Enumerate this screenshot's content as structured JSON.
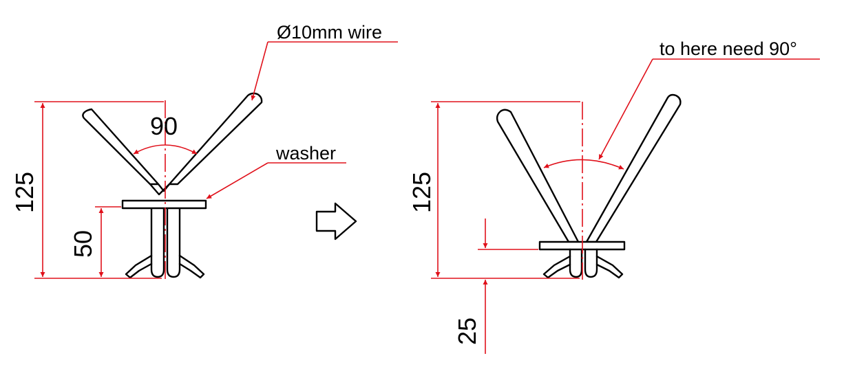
{
  "colors": {
    "dimension": "#e0101a",
    "outline": "#000000",
    "background": "#ffffff"
  },
  "before": {
    "wire_label": "Ø10mm wire",
    "washer_label": "washer",
    "angle_value": "90",
    "height_value": "125",
    "washer_height_value": "50"
  },
  "after": {
    "angle_label": "to here need 90°",
    "height_value": "125",
    "washer_height_value": "25"
  },
  "transition_icon": "arrow-right-icon"
}
